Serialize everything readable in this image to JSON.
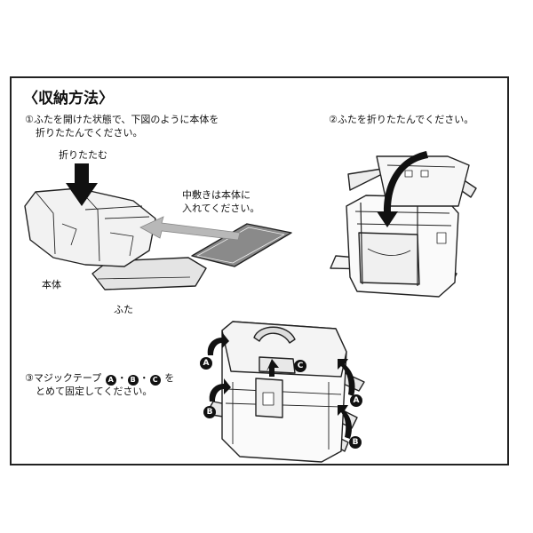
{
  "title": "〈収納方法〉",
  "step1": {
    "line1": "①ふたを開けた状態で、下図のように本体を",
    "line2": "折りたたんでください。",
    "label_fold": "折りたたむ",
    "label_insert_1": "中敷きは本体に",
    "label_insert_2": "入れてください。",
    "label_body": "本体",
    "label_lid": "ふた"
  },
  "step2": {
    "text": "②ふたを折りたたんでください。"
  },
  "step3": {
    "prefix": "③マジックテープ",
    "a": "A",
    "dot1": "・",
    "b": "B",
    "dot2": "・",
    "c": "C",
    "suffix": "を",
    "line2": "とめて固定してください。"
  },
  "markers": {
    "a_left": "A",
    "a_right": "A",
    "b_left": "B",
    "b_right": "B",
    "c_top": "C"
  }
}
